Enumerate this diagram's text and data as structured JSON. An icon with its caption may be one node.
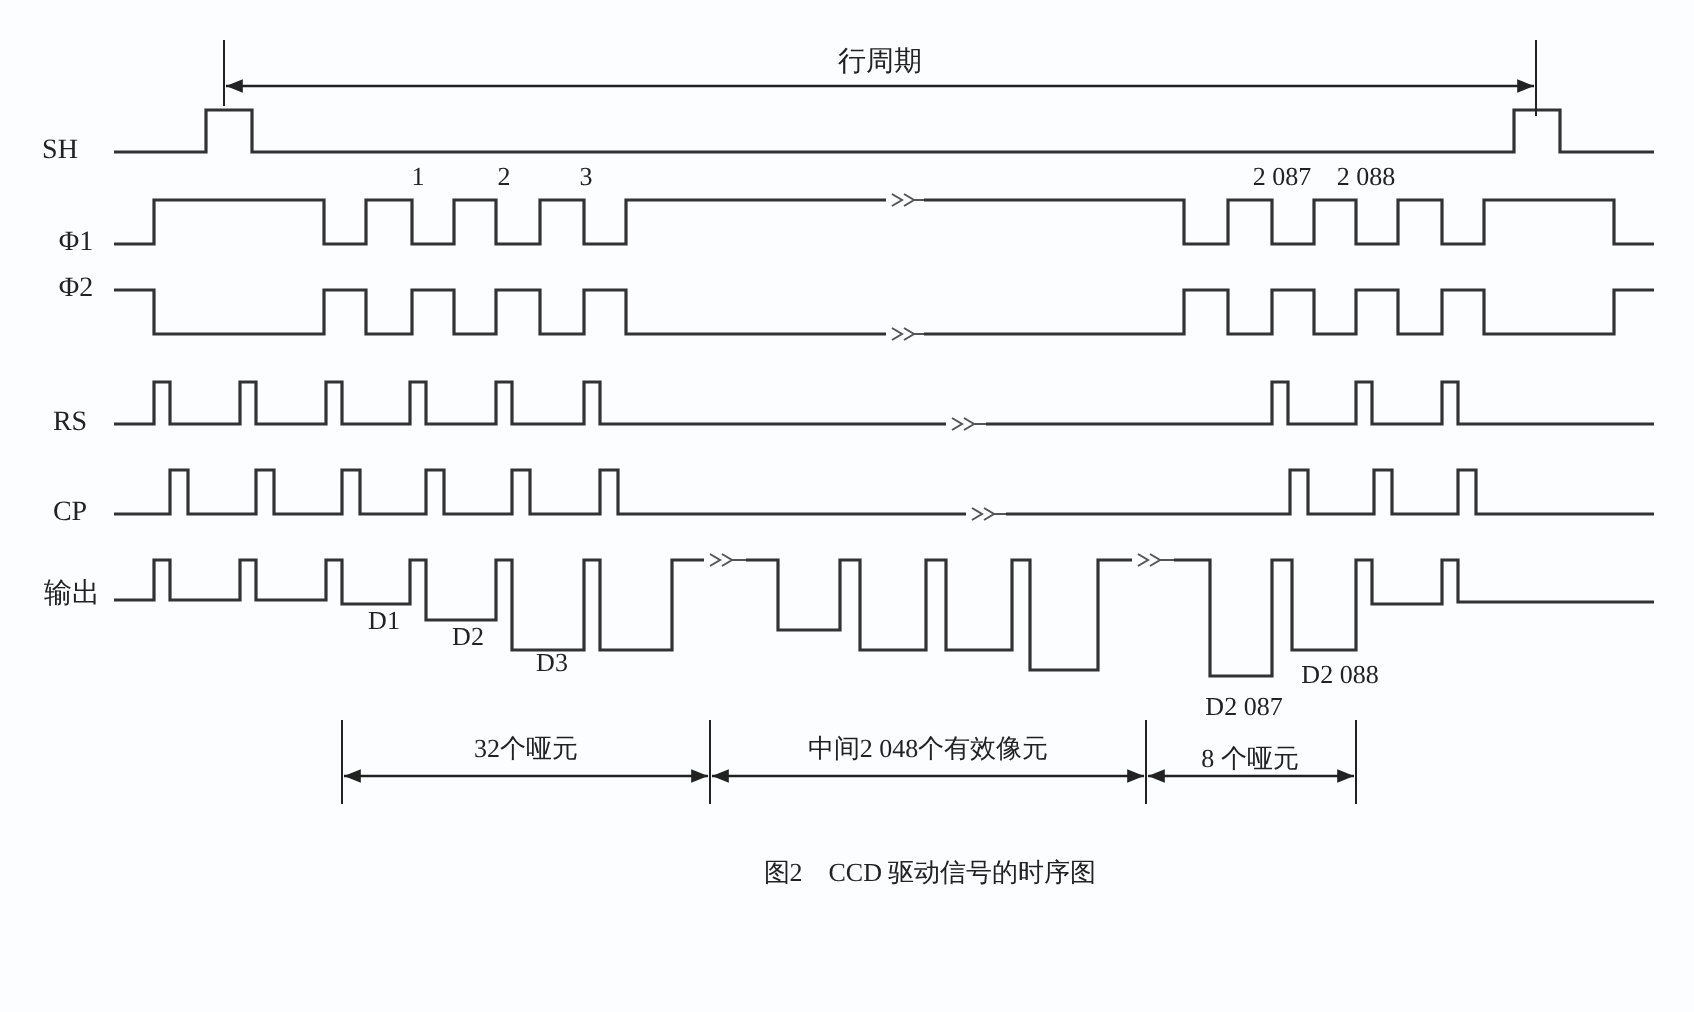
{
  "diagram": {
    "caption": "图2　CCD 驱动信号的时序图",
    "labels": [
      "行周期",
      "SH",
      "1",
      "2",
      "3",
      "2 087",
      "2 088",
      "Φ1",
      "Φ2",
      "RS",
      "CP",
      "输出",
      "D1",
      "D2",
      "D3",
      "D2 088",
      "D2 087",
      "32个哑元",
      "中间2 048个有效像元",
      "8 个哑元"
    ]
  }
}
